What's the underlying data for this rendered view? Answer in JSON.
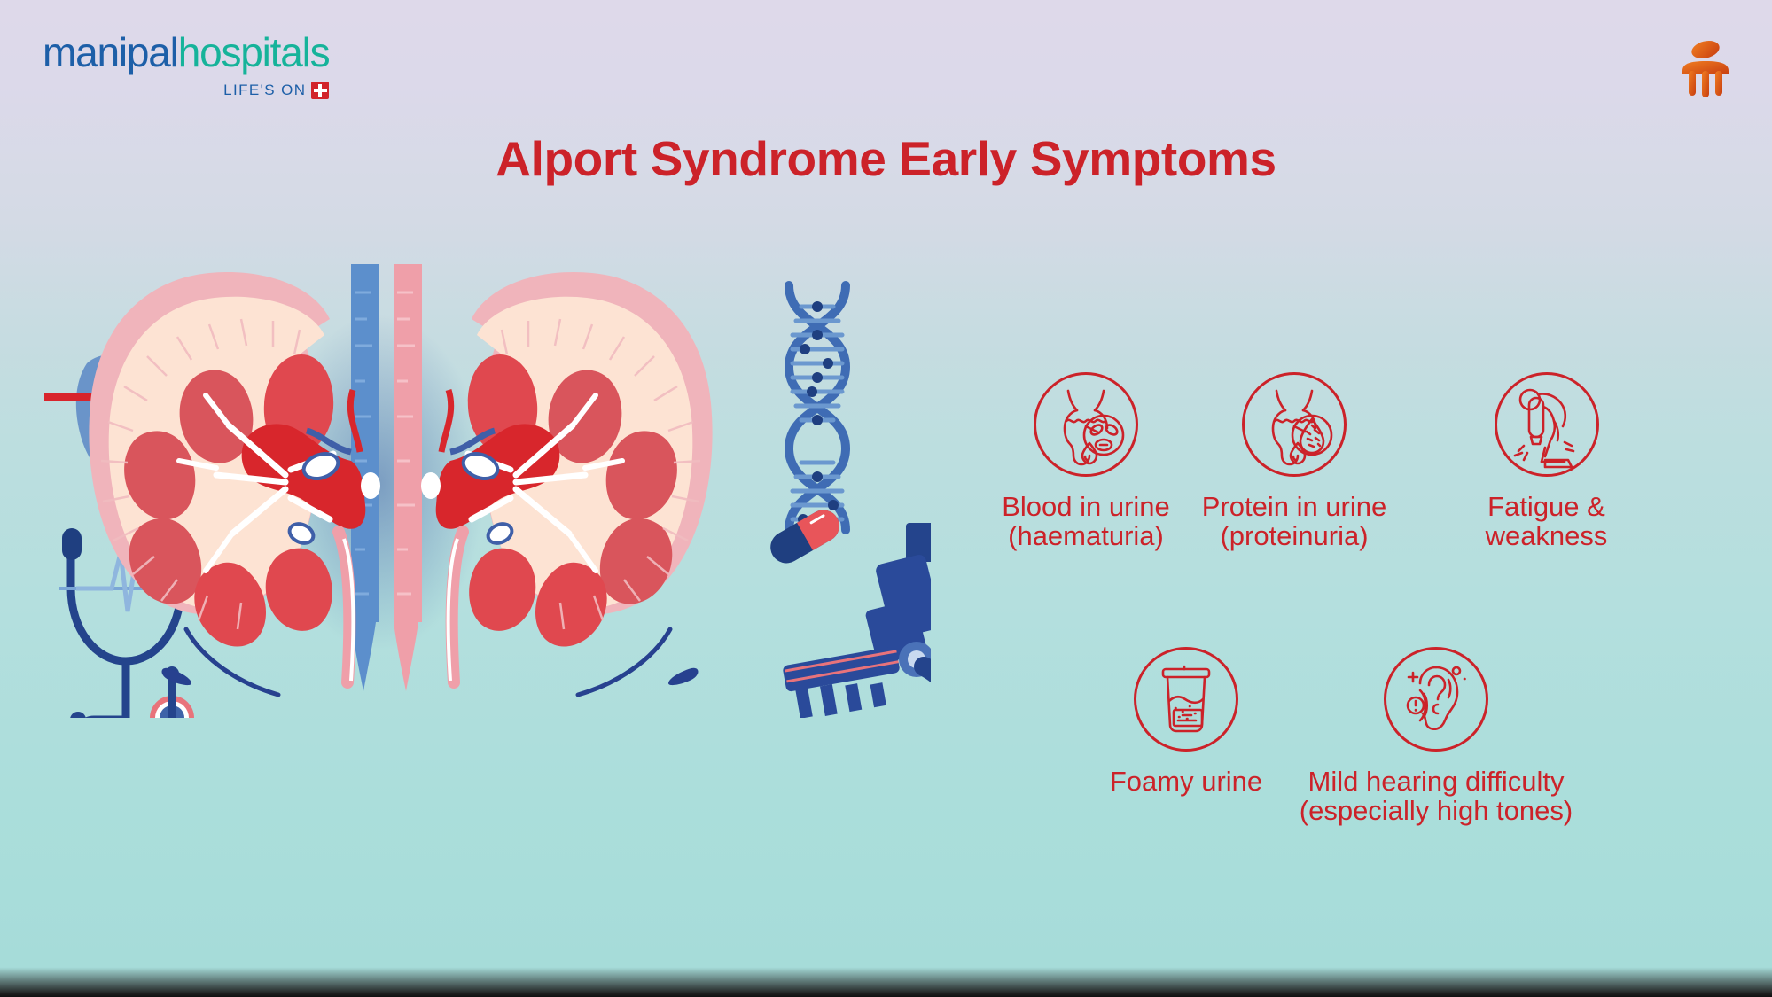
{
  "brand": {
    "logo_part1": "manipal",
    "logo_part2": "hospitals",
    "tagline": "LIFE'S ON",
    "cross_icon": "medical-cross-icon",
    "corner_icon": "manipal-m-symbol-icon",
    "colors": {
      "logo_blue": "#1d5fa8",
      "logo_teal": "#16b39a",
      "cross_red": "#d2232a",
      "corner_orange": "#e2571d"
    }
  },
  "header": {
    "title": "Alport Syndrome Early Symptoms",
    "title_color": "#cc2229"
  },
  "background": {
    "gradient_top": "#ded9ea",
    "gradient_bottom": "#a6dcd9"
  },
  "illustration": {
    "name": "kidney-anatomy-illustration",
    "elements": [
      {
        "name": "anatomical-heart-icon",
        "color": "#6a94c9"
      },
      {
        "name": "ecg-line-icon",
        "color": "#d8242c"
      },
      {
        "name": "stethoscope-icon",
        "color": "#1f3f80"
      },
      {
        "name": "kidneys-cross-section-icon",
        "color": "#d93b3f"
      },
      {
        "name": "renal-vein-icon",
        "color": "#5c8fcc"
      },
      {
        "name": "renal-artery-icon",
        "color": "#ef9fa9"
      },
      {
        "name": "dna-helix-icon",
        "color": "#3f6cb4"
      },
      {
        "name": "microscope-icon",
        "color": "#2a4a9a"
      },
      {
        "name": "capsule-pill-icon",
        "color": "#e8555a"
      }
    ]
  },
  "symptoms": {
    "accent_color": "#cc2229",
    "items": [
      {
        "id": "blood-in-urine",
        "icon": "bladder-blood-cells-icon",
        "label": "Blood in urine\n(haematuria)"
      },
      {
        "id": "protein-in-urine",
        "icon": "bladder-protein-drop-icon",
        "label": "Protein in urine\n(proteinuria)"
      },
      {
        "id": "fatigue-weakness",
        "icon": "tired-person-icon",
        "label": "Fatigue &\nweakness"
      },
      {
        "id": "foamy-urine",
        "icon": "urine-sample-cup-icon",
        "label": "Foamy urine"
      },
      {
        "id": "hearing-difficulty",
        "icon": "ear-hearing-loss-icon",
        "label": "Mild hearing difficulty\n(especially high tones)"
      }
    ]
  }
}
